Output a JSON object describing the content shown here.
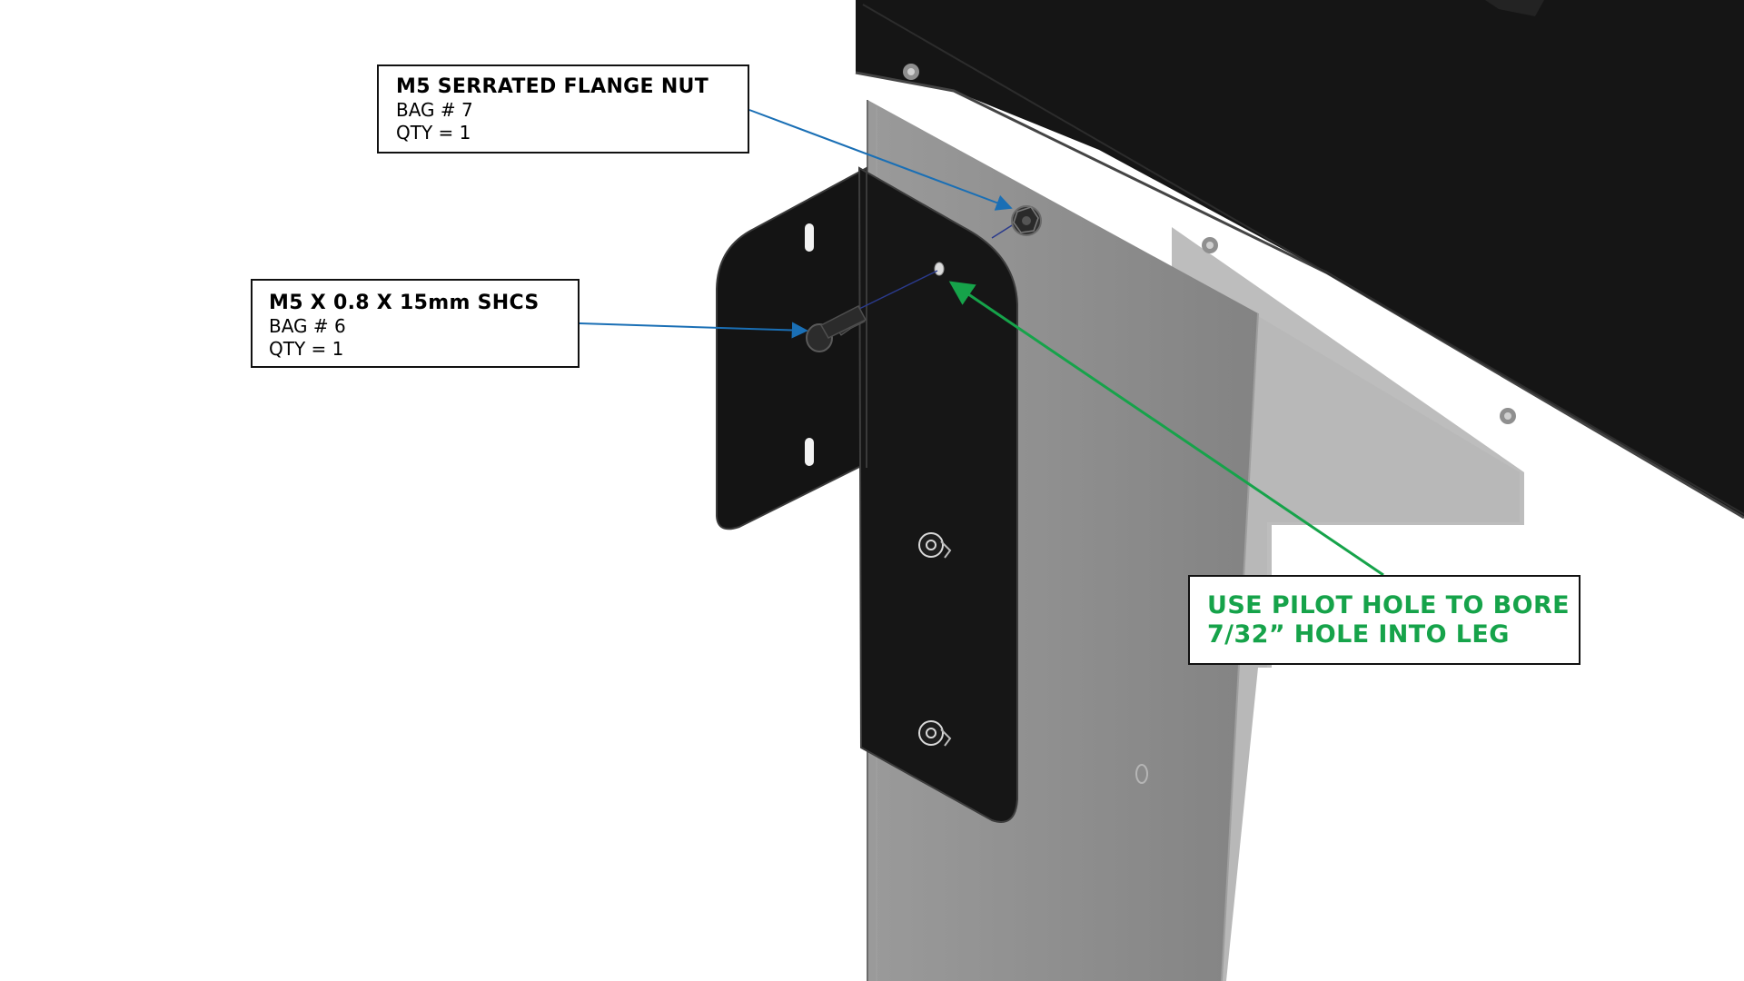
{
  "callouts": {
    "nut": {
      "title": "M5 SERRATED FLANGE NUT",
      "bag": "BAG # 7",
      "qty": "QTY = 1"
    },
    "screw": {
      "title": "M5 X 0.8 X 15mm SHCS",
      "bag": "BAG # 6",
      "qty": "QTY = 1"
    },
    "note": {
      "line1": "USE PILOT HOLE TO BORE",
      "line2": "7/32” HOLE INTO LEG"
    }
  },
  "colors": {
    "part_black": "#151515",
    "leg_gray": "#8a8a8a",
    "leader_blue": "#1a6fb5",
    "note_green": "#16a34a"
  }
}
